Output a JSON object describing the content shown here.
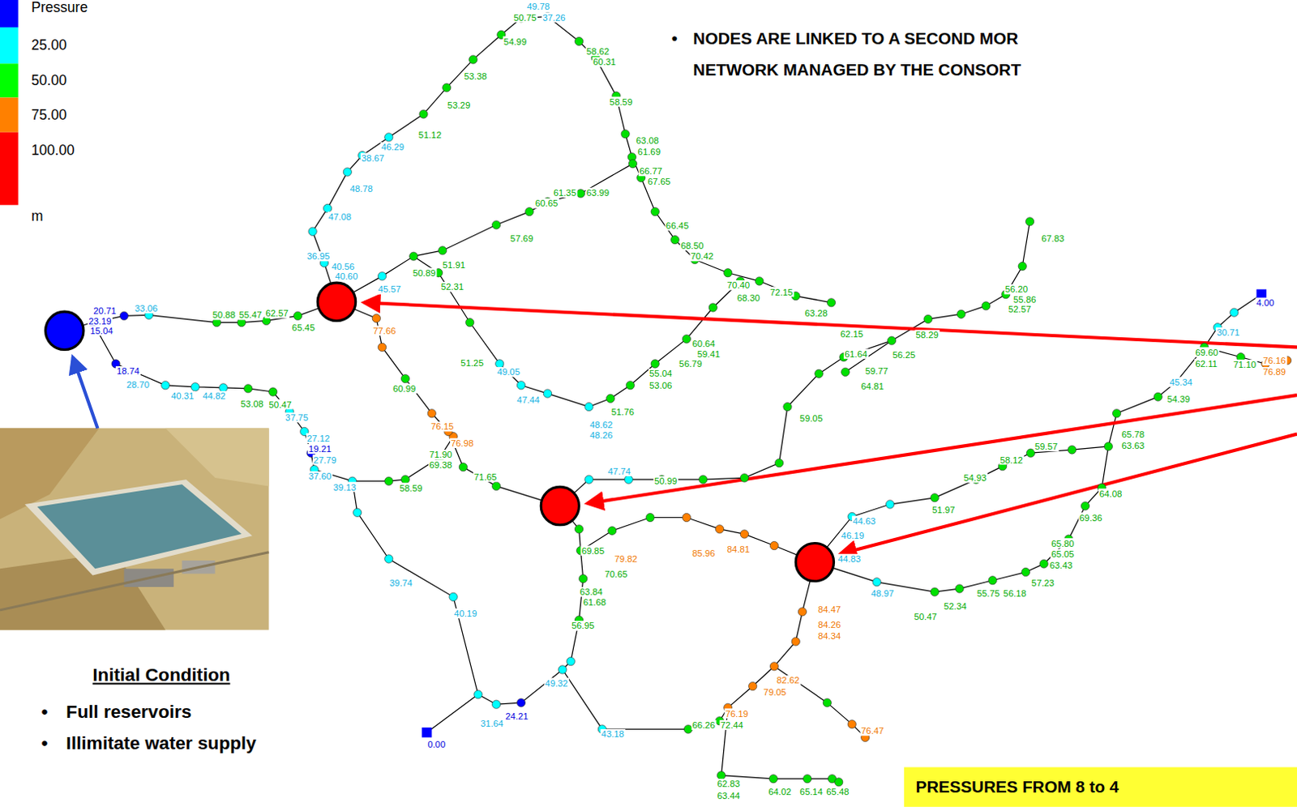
{
  "diagram": {
    "nodes": [
      {
        "text": [
          "PRESSURES FROM 8 to 4"
        ]
      }
    ],
    "labels": [
      "Pressure",
      "•",
      "NODES ARE LINKED TO A SECOND MOR",
      "NETWORK MANAGED BY THE CONSORT",
      "Initial Condition",
      "•",
      "Full reservoirs",
      "•",
      "Illimitate water supply",
      "49.78",
      "50.75",
      "37.26",
      "54.99",
      "58.62",
      "60.31",
      "53.38",
      "58.59",
      "53.29",
      "51.12",
      "46.29",
      "38.67",
      "63.08",
      "61.69",
      "66.77",
      "67.65",
      "48.78",
      "61.35",
      "63.99",
      "60.65",
      "47.08",
      "66.45",
      "57.69",
      "68.50",
      "70.42",
      "36.95",
      "40.56",
      "40.60",
      "51.91",
      "50.89",
      "52.31",
      "45.57",
      "70.40",
      "72.15",
      "68.30",
      "63.28",
      "20.71",
      "33.06",
      "50.88",
      "55.47",
      "62.57",
      "65.45",
      "23.19",
      "15.04",
      "77.66",
      "62.15",
      "60.64",
      "59.41",
      "56.79",
      "61.64",
      "56.25",
      "59.77",
      "64.81",
      "55.04",
      "53.06",
      "51.25",
      "18.74",
      "28.70",
      "40.31",
      "44.82",
      "53.08",
      "50.47",
      "49.05",
      "60.99",
      "47.44",
      "51.76",
      "37.75",
      "48.62",
      "48.26",
      "76.15",
      "27.12",
      "19.21",
      "76.98",
      "27.79",
      "71.90",
      "69.38",
      "37.60",
      "39.13",
      "58.59",
      "71.65",
      "47.74",
      "50.99",
      "59.05",
      "58.29",
      "56.20",
      "55.86",
      "52.57",
      "67.83",
      "30.71",
      "4.00",
      "69.60",
      "62.11",
      "71.10",
      "76.16",
      "76.89",
      "45.34",
      "54.39",
      "65.78",
      "63.63",
      "59.57",
      "58.12",
      "54.93",
      "51.97",
      "64.08",
      "69.36",
      "44.63",
      "46.19",
      "44.83",
      "69.85",
      "79.82",
      "85.96",
      "84.81",
      "70.65",
      "65.80",
      "65.05",
      "63.43",
      "48.97",
      "55.75",
      "56.18",
      "57.23",
      "52.34",
      "50.47",
      "63.84",
      "61.68",
      "84.47",
      "84.26",
      "84.34",
      "56.95",
      "39.74",
      "40.19",
      "49.32",
      "82.62",
      "79.05",
      "76.19",
      "72.44",
      "66.26",
      "43.18",
      "76.47",
      "31.64",
      "24.21",
      "0.00",
      "62.83",
      "63.44",
      "64.02",
      "65.14",
      "65.48"
    ],
    "legend": [
      {
        "text": "25.00",
        "color": "#0000ff"
      },
      {
        "text": "50.00",
        "color": "#00ffff"
      },
      {
        "text": "75.00",
        "color": "#00ff00"
      },
      {
        "text": "100.00",
        "color": "#ff8000"
      },
      {
        "text": "m",
        "color": "#ff0000"
      }
    ]
  }
}
